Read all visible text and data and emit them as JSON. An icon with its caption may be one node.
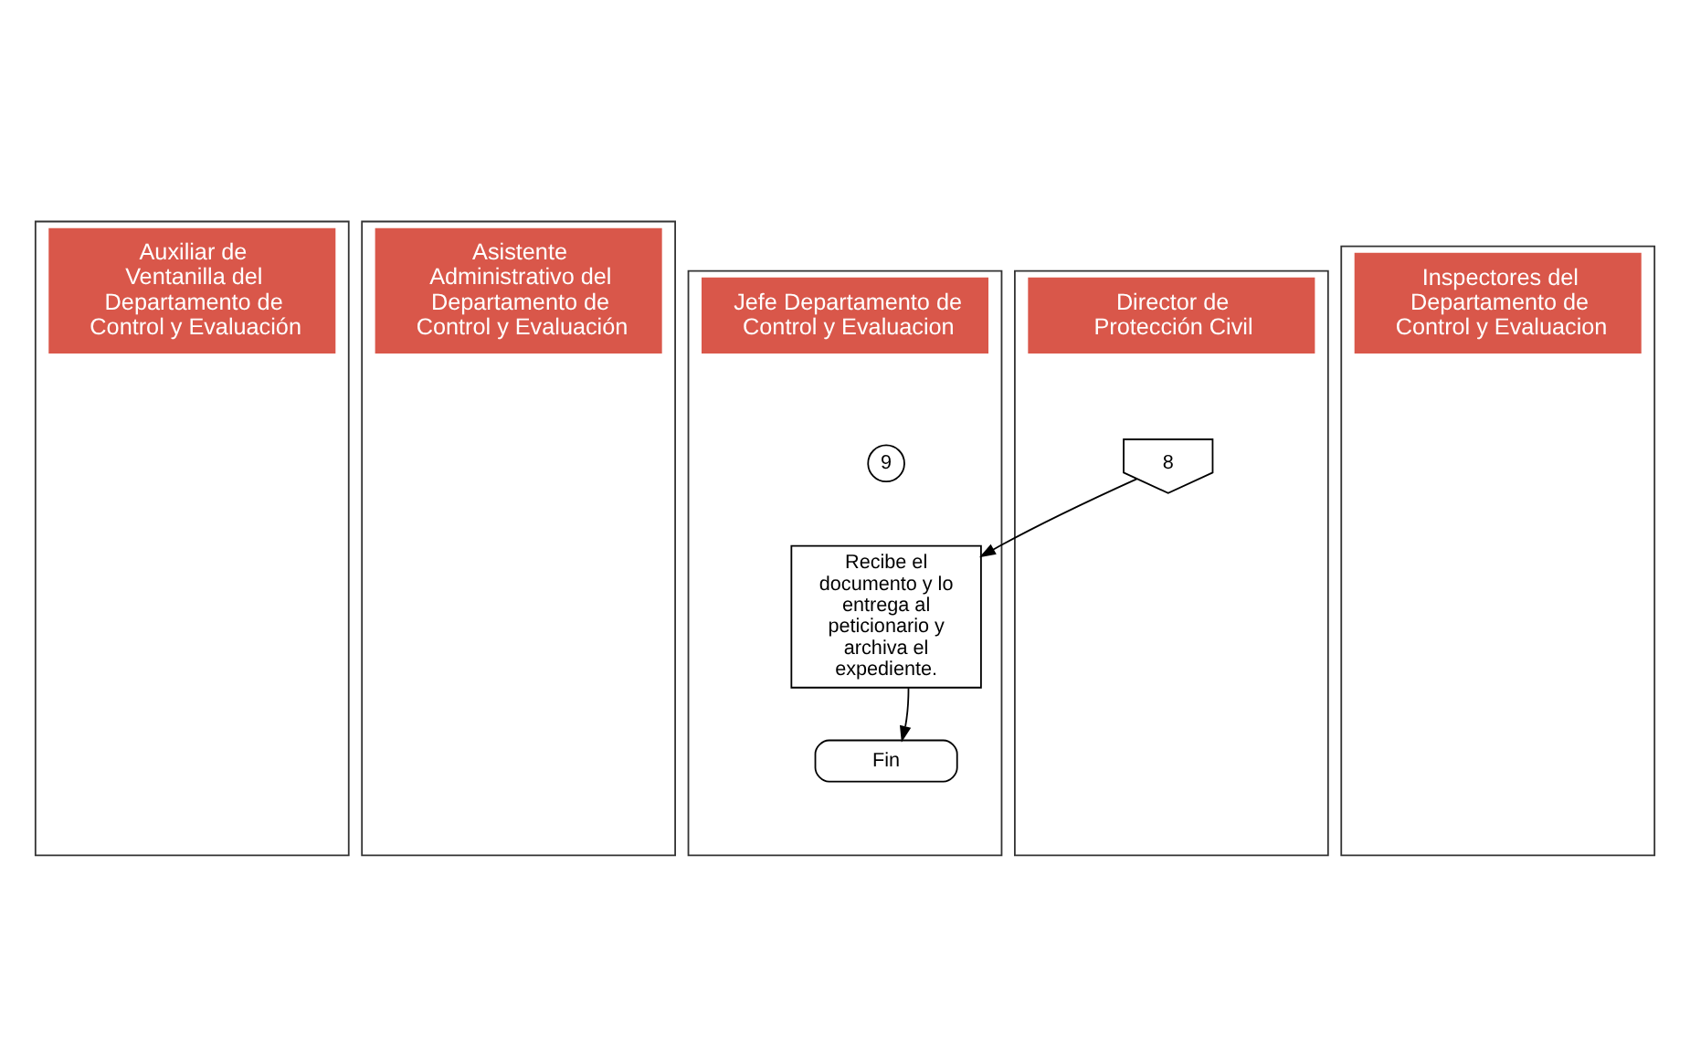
{
  "diagram": {
    "nodes": [
      {
        "text": [
          "Auxiliar de Ventanilla del Departamento de Control y Evaluación"
        ]
      },
      {
        "text": [
          "Asistente Administrativo del Departamento de Control y Evaluación"
        ]
      },
      {
        "text": [
          "Jefe Departamento de Control y Evaluacion"
        ]
      },
      {
        "text": [
          "Inspectores del Departamento de Control y Evaluacion"
        ]
      },
      {
        "text": [
          "Director de Protección Civil"
        ]
      },
      {
        "text": [
          "8"
        ],
        "in": 4
      },
      {
        "text": [
          "9"
        ],
        "in": 2
      },
      {
        "text": [
          "Recibe el documento y lo entrega al peticionario y archiva el expediente."
        ],
        "in": 2
      },
      {
        "text": [
          "Fin"
        ],
        "in": 2
      }
    ],
    "edges": [
      {
        "from": 5,
        "to": 7,
        "arrow": "to"
      },
      {
        "from": 7,
        "to": 8,
        "arrow": "to"
      }
    ]
  }
}
